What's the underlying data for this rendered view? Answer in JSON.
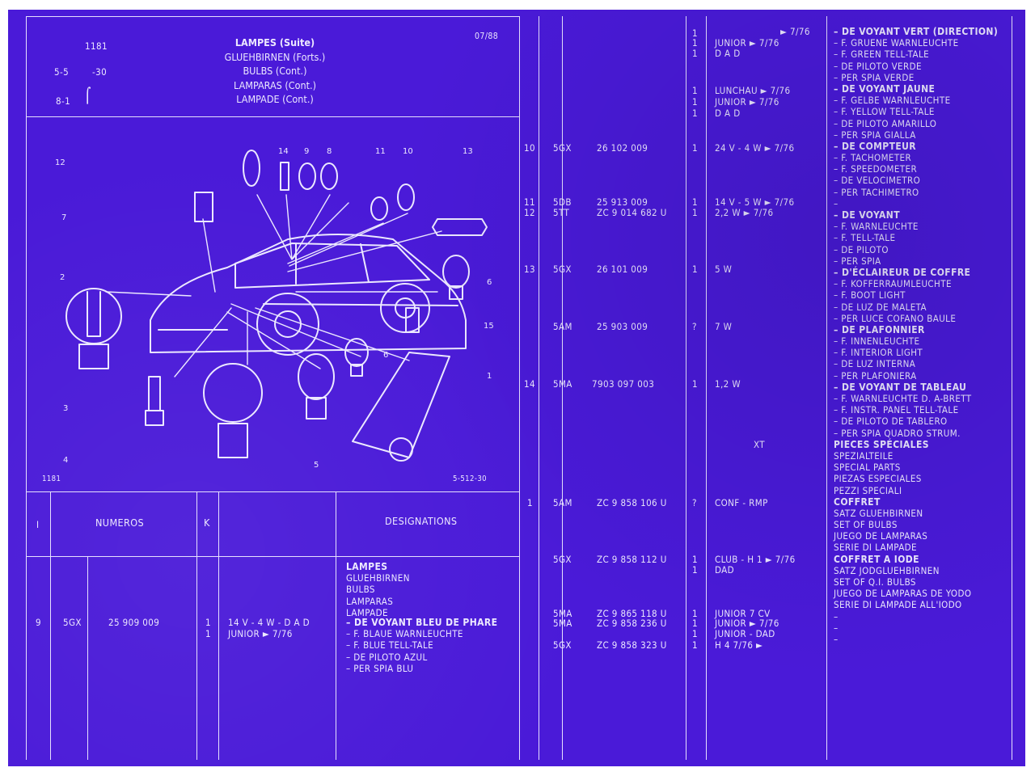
{
  "colors": {
    "background": "#4a1ad8",
    "ink": "#ece8ff"
  },
  "header": {
    "code": "1181",
    "ref1": "5-5",
    "ref1b": "-30",
    "ref2": "8-1",
    "date": "07/88",
    "titles": [
      "LAMPES (Suite)",
      "GLUEHBIRNEN (Forts.)",
      "BULBS (Cont.)",
      "LAMPARAS (Cont.)",
      "LAMPADE (Cont.)"
    ]
  },
  "illustration": {
    "code_left": "1181",
    "code_right": "5-512-30",
    "callouts": [
      "12",
      "14",
      "9",
      "8",
      "11",
      "10",
      "13",
      "7",
      "2",
      "6",
      "15",
      "6",
      "1",
      "3",
      "4",
      "5"
    ]
  },
  "table_header": {
    "col_index": "I",
    "col_numbers": "NUMEROS",
    "col_k": "K",
    "col_designations": "DESIGNATIONS"
  },
  "left_group": {
    "title": "LAMPES",
    "translations": [
      "GLUEHBIRNEN",
      "BULBS",
      "LAMPARAS",
      "LAMPADE"
    ]
  },
  "left_row": {
    "index": "9",
    "code": "5GX",
    "part": "25 909 009",
    "k": [
      "1",
      "1"
    ],
    "spec": [
      "14 V - 4 W - D A D",
      "JUNIOR   ► 7/76"
    ],
    "designation": [
      "– DE VOYANT BLEU DE PHARE",
      "– F. BLAUE WARNLEUCHTE",
      "– F. BLUE TELL-TALE",
      "– DE PILOTO AZUL",
      "– PER SPIA BLU"
    ]
  },
  "right_index": [
    "10",
    "11",
    "12",
    "13",
    "14",
    "1"
  ],
  "right_codes": [
    "5GX",
    "5DB",
    "5TT",
    "5GX",
    "5AM",
    "5MA",
    "5AM",
    "5GX",
    "5MA",
    "5MA",
    "5GX"
  ],
  "right_parts": [
    "26 102 009",
    "25 913 009",
    "ZC 9 014 682 U",
    "26 101 009",
    "25 903 009",
    "7903 097 003",
    "ZC 9 858 106 U",
    "ZC 9 858 112 U",
    "ZC 9 865 118 U",
    "ZC 9 858 236 U",
    "ZC 9 858 323 U"
  ],
  "right_k": [
    "1",
    "1",
    "1",
    "1",
    "1",
    "1",
    "1",
    "1",
    "1",
    "1",
    "?",
    "1",
    "1",
    "?",
    "1",
    "1",
    "1",
    "1",
    "1",
    "1"
  ],
  "right_specs": [
    "► 7/76",
    "JUNIOR   ► 7/76",
    "D A D",
    "LUNCHAU   ► 7/76",
    "JUNIOR   ► 7/76",
    "D A D",
    "24 V - 4 W  ►  7/76",
    "14 V - 5 W  ►  7/76",
    "2,2 W  ►  7/76",
    "5 W",
    "7 W",
    "1,2 W",
    "XT",
    "CONF - RMP",
    "CLUB - H 1   ► 7/76",
    "DAD",
    "JUNIOR 7 CV",
    "JUNIOR   ► 7/76",
    "JUNIOR - DAD",
    "H 4   7/76 ►"
  ],
  "right_designations": [
    "– DE VOYANT VERT (DIRECTION)",
    "– F. GRUENE WARNLEUCHTE",
    "– F. GREEN TELL-TALE",
    "– DE PILOTO VERDE",
    "– PER SPIA VERDE",
    "– DE VOYANT JAUNE",
    "– F. GELBE WARNLEUCHTE",
    "– F. YELLOW TELL-TALE",
    "– DE PILOTO AMARILLO",
    "– PER SPIA GIALLA",
    "– DE COMPTEUR",
    "– F. TACHOMETER",
    "– F. SPEEDOMETER",
    "– DE VELOCIMETRO",
    "– PER TACHIMETRO",
    "–",
    "– DE VOYANT",
    "– F. WARNLEUCHTE",
    "– F. TELL-TALE",
    "– DE PILOTO",
    "– PER SPIA",
    "– D'ÉCLAIREUR DE COFFRE",
    "– F. KOFFERRAUMLEUCHTE",
    "– F. BOOT LIGHT",
    "– DE LUZ DE MALETA",
    "– PER LUCE COFANO BAULE",
    "– DE PLAFONNIER",
    "– F. INNENLEUCHTE",
    "– F. INTERIOR LIGHT",
    "– DE LUZ INTERNA",
    "– PER PLAFONIERA",
    "– DE VOYANT DE TABLEAU",
    "– F. WARNLEUCHTE D. A-BRETT",
    "– F. INSTR. PANEL TELL-TALE",
    "– DE PILOTO DE TABLERO",
    "– PER SPIA QUADRO STRUM.",
    "PIECES SPÉCIALES",
    "SPEZIALTEILE",
    "SPECIAL PARTS",
    "PIEZAS ESPECIALES",
    "PEZZI SPECIALI",
    "COFFRET",
    "SATZ GLUEHBIRNEN",
    "SET OF BULBS",
    "JUEGO DE LAMPARAS",
    "SERIE DI LAMPADE",
    "COFFRET A IODE",
    "SATZ JODGLUEHBIRNEN",
    "SET OF Q.I. BULBS",
    "JUEGO DE LAMPARAS DE YODO",
    "SERIE DI LAMPADE ALL'IODO",
    "–",
    "–",
    "–"
  ]
}
